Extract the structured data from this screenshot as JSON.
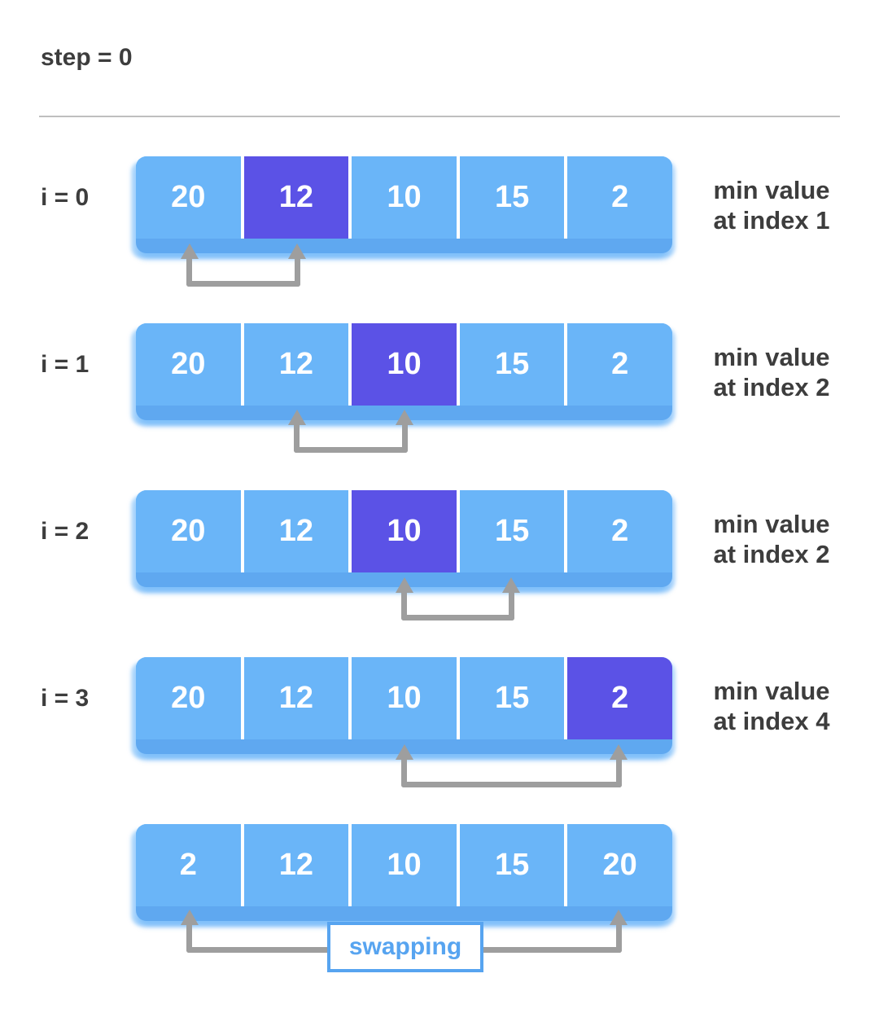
{
  "title": "step = 0",
  "colors": {
    "cell_blue": "#6ab5f8",
    "highlight_purple": "#5b52e6",
    "bar_lip_blue": "#5fa8f0",
    "arrow_gray": "#9e9e9e",
    "text_dark": "#3d3d3d",
    "swap_blue": "#57a4f0",
    "cell_text": "#ffffff"
  },
  "rows": [
    {
      "label": "i = 0",
      "cells": [
        "20",
        "12",
        "10",
        "15",
        "2"
      ],
      "highlight_index": 1,
      "caption": [
        "min value",
        "at index 1"
      ],
      "arrow": {
        "from_index": 0,
        "to_index": 1
      }
    },
    {
      "label": "i = 1",
      "cells": [
        "20",
        "12",
        "10",
        "15",
        "2"
      ],
      "highlight_index": 2,
      "caption": [
        "min value",
        "at index 2"
      ],
      "arrow": {
        "from_index": 1,
        "to_index": 2
      }
    },
    {
      "label": "i = 2",
      "cells": [
        "20",
        "12",
        "10",
        "15",
        "2"
      ],
      "highlight_index": 2,
      "caption": [
        "min value",
        "at index 2"
      ],
      "arrow": {
        "from_index": 2,
        "to_index": 3
      }
    },
    {
      "label": "i = 3",
      "cells": [
        "20",
        "12",
        "10",
        "15",
        "2"
      ],
      "highlight_index": 4,
      "caption": [
        "min value",
        "at index 4"
      ],
      "arrow": {
        "from_index": 2,
        "to_index": 4
      }
    },
    {
      "label": "",
      "cells": [
        "2",
        "12",
        "10",
        "15",
        "20"
      ],
      "highlight_index": null,
      "caption": [],
      "arrow": {
        "from_index": 0,
        "to_index": 4
      },
      "swap_label": "swapping"
    }
  ]
}
